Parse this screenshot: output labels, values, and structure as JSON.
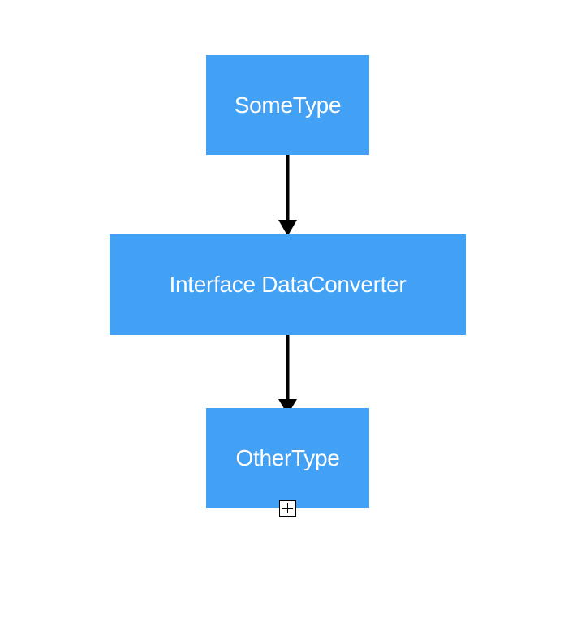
{
  "diagram": {
    "colors": {
      "node_fill": "#42A1F5",
      "node_text": "#FFFFFF",
      "edge": "#000000"
    },
    "nodes": [
      {
        "id": "sometype",
        "label": "SomeType"
      },
      {
        "id": "interface",
        "label": "Interface DataConverter"
      },
      {
        "id": "othertype",
        "label": "OtherType"
      }
    ],
    "edges": [
      {
        "from": "sometype",
        "to": "interface"
      },
      {
        "from": "interface",
        "to": "othertype"
      }
    ],
    "controls": {
      "expand_icon": "plus-box-icon"
    }
  }
}
